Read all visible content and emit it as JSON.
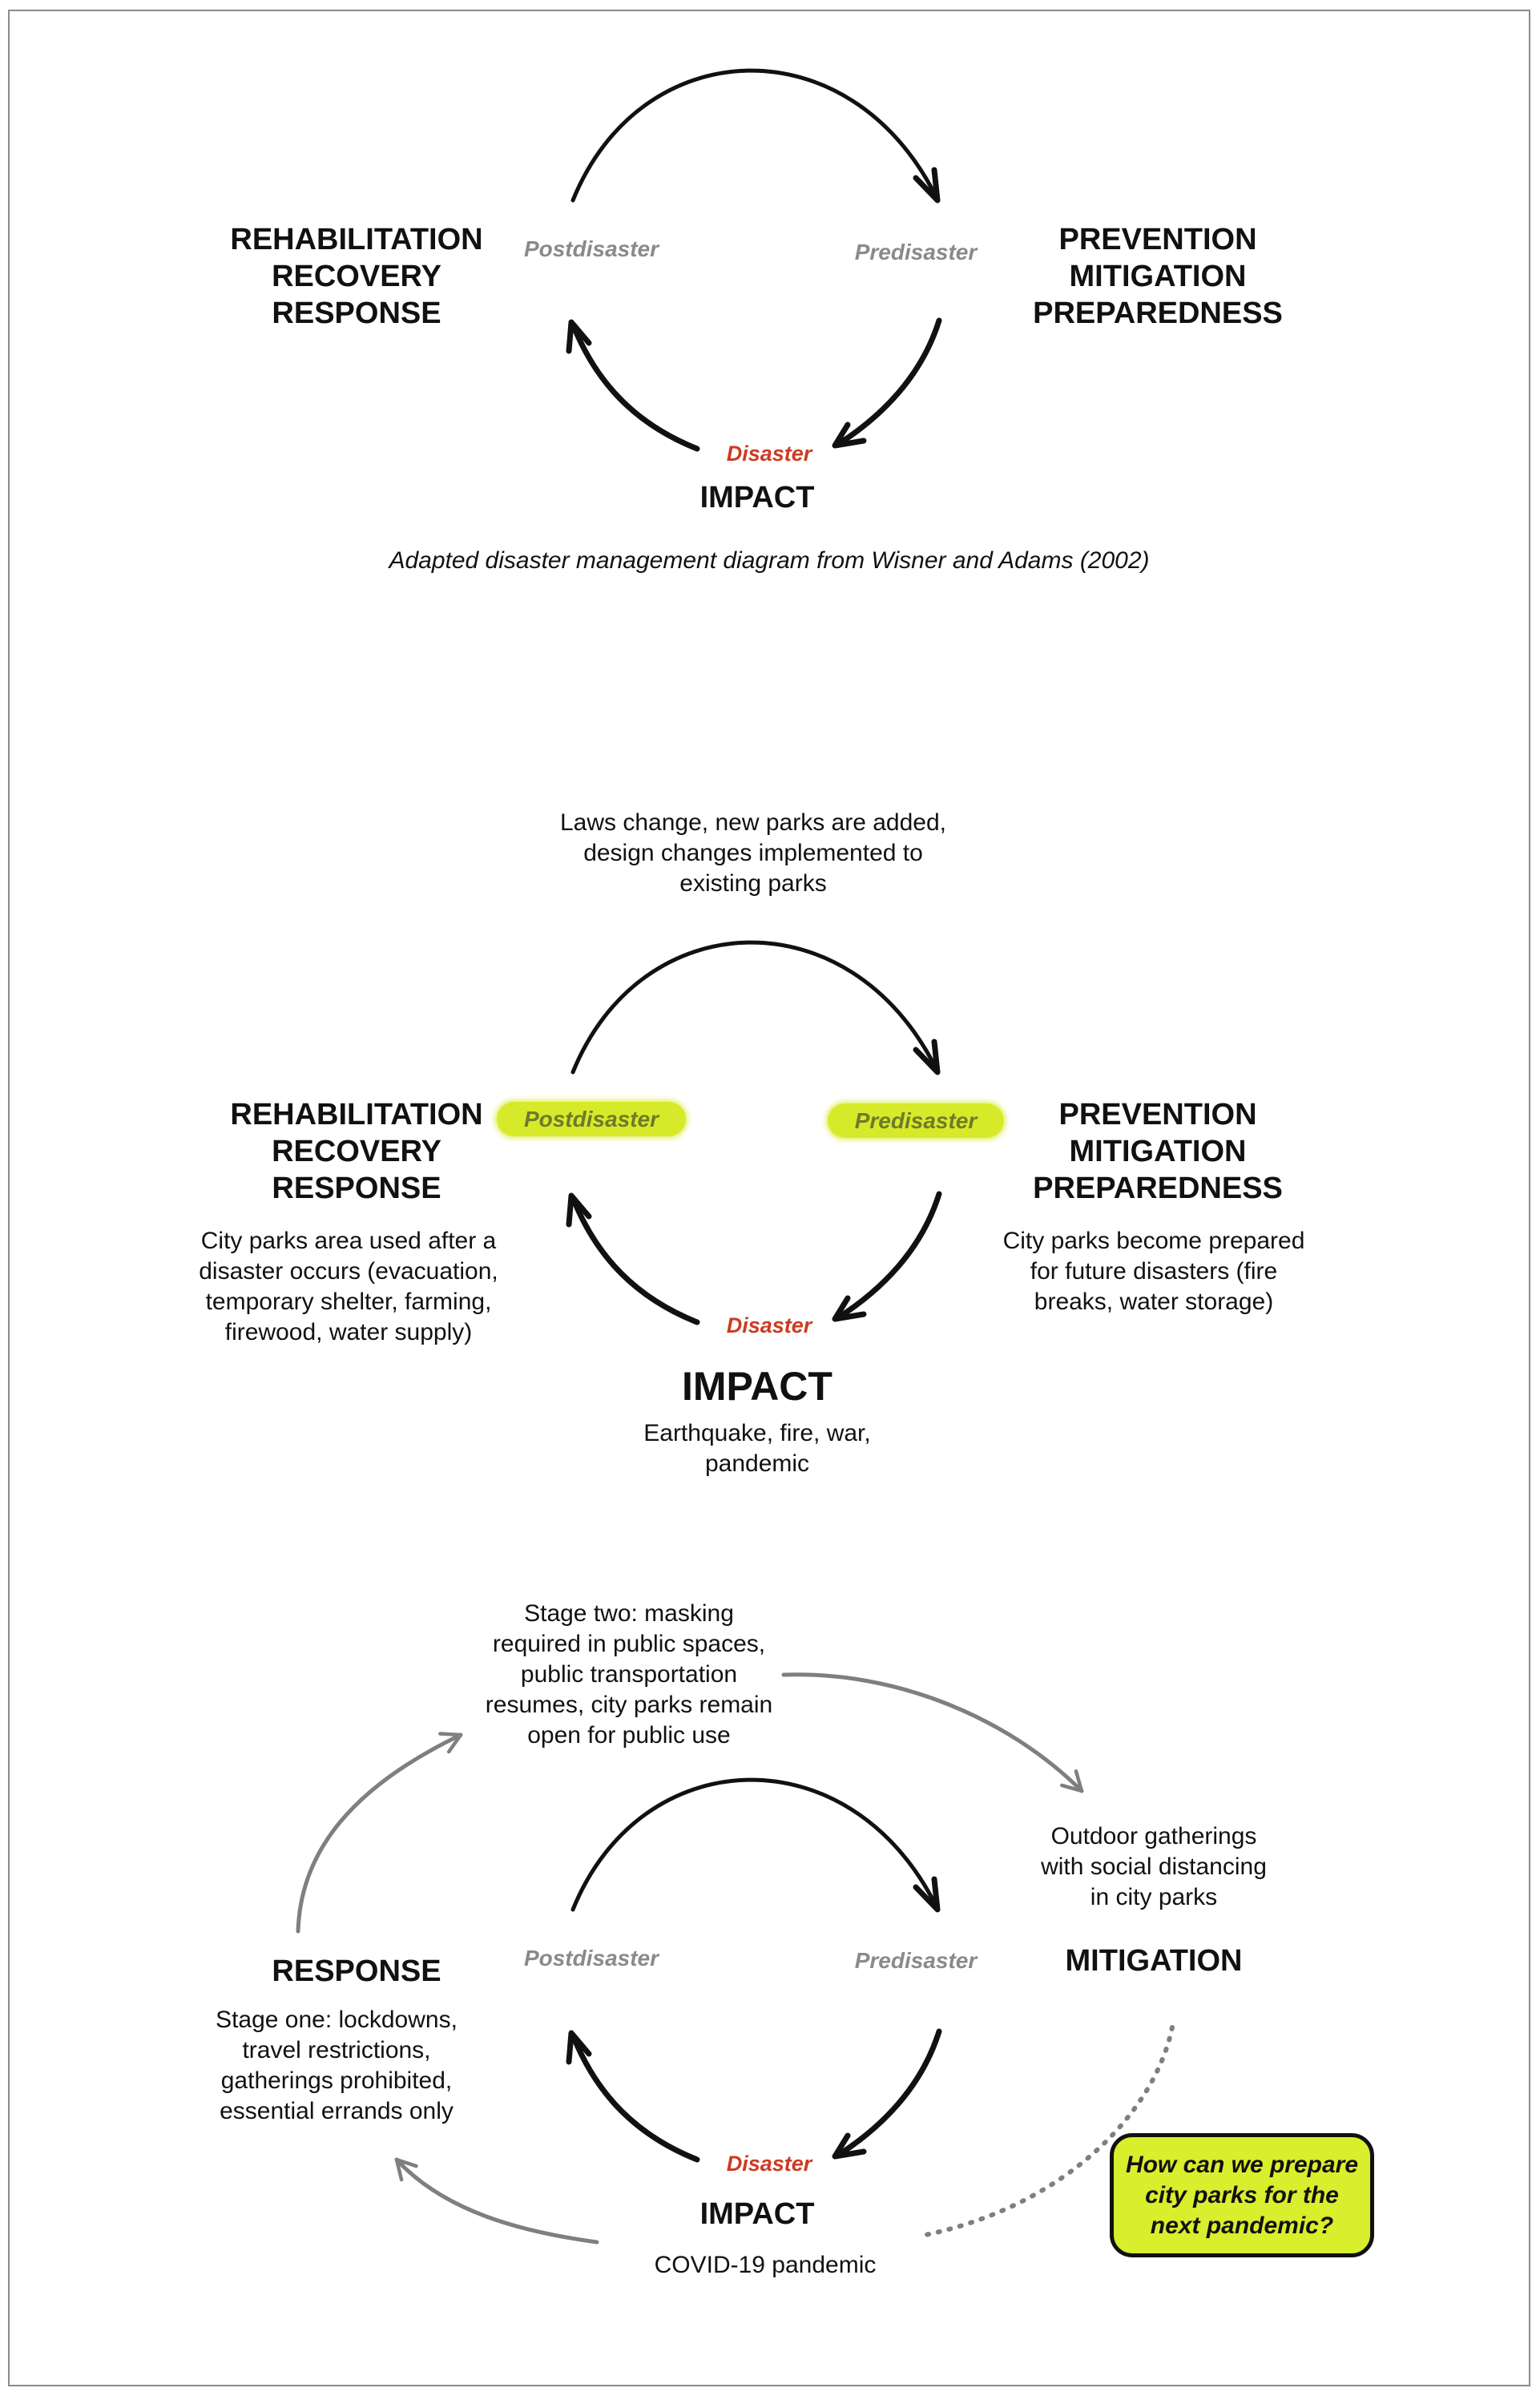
{
  "diagram1": {
    "left_stages": "REHABILITATION\nRECOVERY\nRESPONSE",
    "right_stages": "PREVENTION\nMITIGATION\nPREPAREDNESS",
    "postdisaster": "Postdisaster",
    "predisaster": "Predisaster",
    "disaster": "Disaster",
    "impact": "IMPACT",
    "caption": "Adapted disaster management diagram from Wisner and Adams (2002)"
  },
  "diagram2": {
    "top_note": "Laws change, new parks are added,\ndesign changes implemented to\nexisting parks",
    "left_stages": "REHABILITATION\nRECOVERY\nRESPONSE",
    "right_stages": "PREVENTION\nMITIGATION\nPREPAREDNESS",
    "postdisaster": "Postdisaster",
    "predisaster": "Predisaster",
    "disaster": "Disaster",
    "impact": "IMPACT",
    "left_note": "City parks area used after a\ndisaster occurs (evacuation,\ntemporary shelter, farming,\nfirewood, water supply)",
    "right_note": "City parks become prepared\nfor future disasters (fire\nbreaks, water storage)",
    "impact_note": "Earthquake, fire, war,\npandemic"
  },
  "diagram3": {
    "stage_two_note": "Stage two: masking\nrequired in public spaces,\npublic transportation\nresumes, city parks remain\nopen for public use",
    "mitigation_note": "Outdoor gatherings\nwith social distancing\nin city parks",
    "response": "RESPONSE",
    "mitigation": "MITIGATION",
    "postdisaster": "Postdisaster",
    "predisaster": "Predisaster",
    "disaster": "Disaster",
    "impact": "IMPACT",
    "stage_one_note": "Stage one: lockdowns,\ntravel restrictions,\ngatherings prohibited,\nessential errands only",
    "impact_note": "COVID-19 pandemic",
    "callout": "How can we prepare\ncity parks for the\nnext pandemic?"
  },
  "colors": {
    "disaster_label": "#cc3b22",
    "phase_label": "#8a8a8a",
    "highlight": "#d7ea2a",
    "cycle_arrow": "#111111",
    "flow_arrow": "#7f7f7f"
  }
}
